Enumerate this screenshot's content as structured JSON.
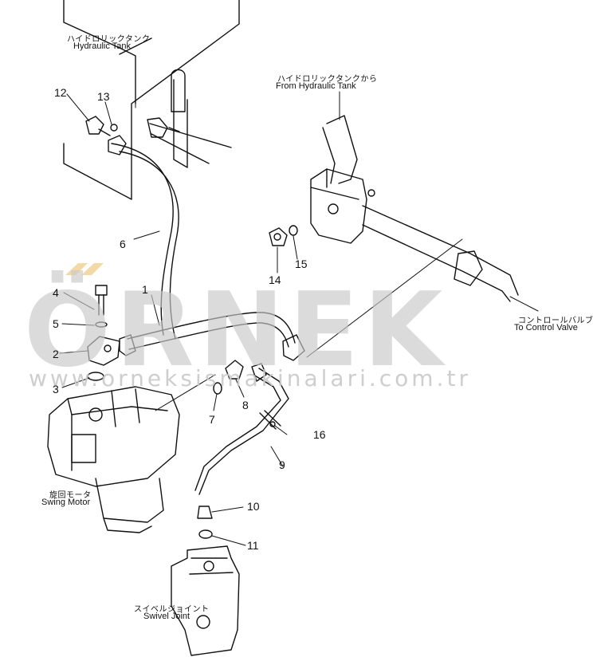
{
  "watermark": {
    "brand": "ÖRNEK",
    "url": "www.orneksismakinalari.com.tr"
  },
  "labels": {
    "hydraulic_tank_jp": "ハイドロリックタンク",
    "hydraulic_tank_en": "Hydraulic Tank",
    "from_tank_jp": "ハイドロリックタンクから",
    "from_tank_en": "From Hydraulic Tank",
    "control_valve_jp": "コントロールバルブへ",
    "control_valve_en": "To Control Valve",
    "swing_motor_jp": "旋回モータ",
    "swing_motor_en": "Swing Motor",
    "swivel_joint_jp": "スイベルジョイント",
    "swivel_joint_en": "Swivel Joint"
  },
  "part_numbers": [
    "1",
    "2",
    "3",
    "4",
    "5",
    "6",
    "7",
    "8",
    "9",
    "10",
    "11",
    "12",
    "13",
    "14",
    "15",
    "16"
  ]
}
